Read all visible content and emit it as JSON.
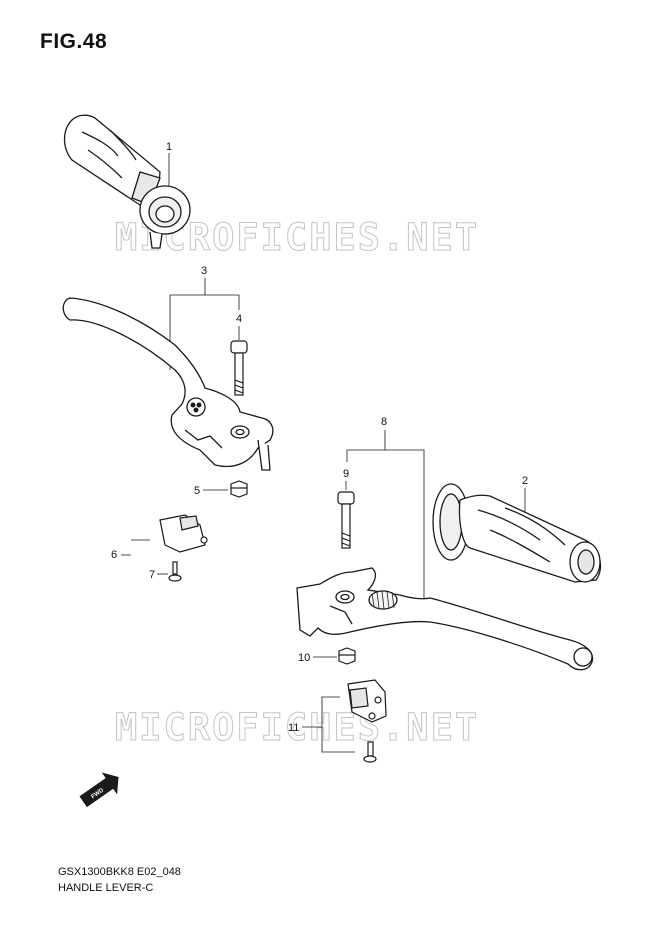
{
  "figure": {
    "title": "FIG.48"
  },
  "watermark": {
    "text": "MICROFICHES.NET"
  },
  "footer": {
    "code": "GSX1300BKK8 E02_048",
    "name": "HANDLE LEVER-C"
  },
  "direction_marker": {
    "label": "FWD",
    "icon": "forward-arrow-icon"
  },
  "callouts": [
    "1",
    "2",
    "3",
    "4",
    "5",
    "6",
    "7",
    "8",
    "9",
    "10",
    "11"
  ],
  "colors": {
    "line": "#1a1a1a",
    "watermark": "#c4c4c4"
  }
}
